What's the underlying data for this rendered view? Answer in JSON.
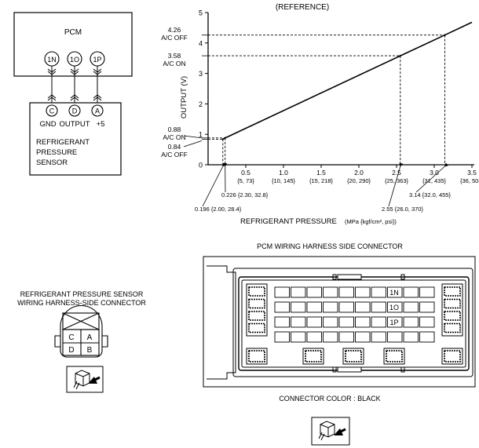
{
  "wiring": {
    "pcm_label": "PCM",
    "pins": [
      "1N",
      "1O",
      "1P"
    ],
    "connector_pins": [
      "C",
      "D",
      "A"
    ],
    "connector_labels": [
      "GND",
      "OUTPUT",
      "+5"
    ],
    "sensor_label": [
      "REFRIGERANT",
      "PRESSURE",
      "SENSOR"
    ]
  },
  "chart_data": {
    "type": "line",
    "title": "(REFERENCE)",
    "ylabel": "OUTPUT (V)",
    "xlabel_main": "REFRIGERANT PRESSURE",
    "xlabel_units": "(MPa {kgf/cm², psi})",
    "xlim": [
      0,
      3.5
    ],
    "ylim": [
      0,
      5
    ],
    "yticks": [
      "0",
      "1",
      "2",
      "3",
      "4",
      "5"
    ],
    "xticks": [
      {
        "value": 0.5,
        "label": "0.5",
        "sub": "{5, 73}"
      },
      {
        "value": 1.0,
        "label": "1.0",
        "sub": "{10, 145}"
      },
      {
        "value": 1.5,
        "label": "1.5",
        "sub": "{15, 218}"
      },
      {
        "value": 2.0,
        "label": "2.0",
        "sub": "{20, 290}"
      },
      {
        "value": 2.5,
        "label": "2.5",
        "sub": "{25, 363}"
      },
      {
        "value": 3.0,
        "label": "3.0",
        "sub": "{31, 435}"
      },
      {
        "value": 3.5,
        "label": "3.5",
        "sub": "{36, 508}"
      }
    ],
    "series": [
      {
        "points": [
          [
            0.196,
            0.84
          ],
          [
            0.226,
            0.88
          ],
          [
            2.55,
            3.58
          ],
          [
            3.14,
            4.26
          ],
          [
            3.5,
            4.68
          ]
        ]
      }
    ],
    "y_annotations": [
      {
        "value": 4.26,
        "lines": [
          "4.26",
          "A/C OFF"
        ]
      },
      {
        "value": 3.58,
        "lines": [
          "3.58",
          "A/C ON"
        ]
      },
      {
        "value": 0.88,
        "lines": [
          "0.88",
          "A/C ON"
        ]
      },
      {
        "value": 0.84,
        "lines": [
          "0.84",
          "A/C OFF"
        ]
      }
    ],
    "x_annotations": [
      {
        "value": 0.196,
        "label": "0.196 {2.00, 28.4}"
      },
      {
        "value": 0.226,
        "label": "0.226 {2.30, 32.8}"
      },
      {
        "value": 2.55,
        "label": "2.55 {26.0, 370}"
      },
      {
        "value": 3.14,
        "label": "3.14 {32.0, 455}"
      }
    ]
  },
  "sensor_connector": {
    "title_lines": [
      "REFRIGERANT PRESSURE SENSOR",
      "WIRING HARNESS-SIDE CONNECTOR"
    ],
    "pins": [
      "C",
      "A",
      "D",
      "B"
    ]
  },
  "pcm_connector": {
    "title": "PCM WIRING HARNESS SIDE CONNECTOR",
    "pin_labels": [
      "1N",
      "1O",
      "1P"
    ],
    "color_caption": "CONNECTOR COLOR : BLACK"
  }
}
